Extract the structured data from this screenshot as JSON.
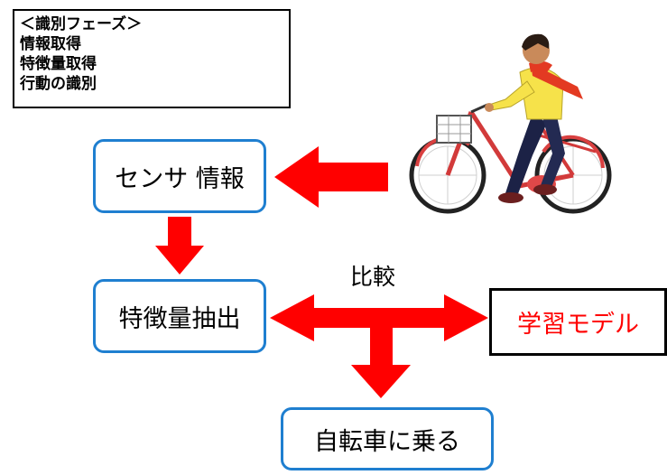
{
  "legend": {
    "lines": [
      "＜識別フェーズ＞",
      "情報取得",
      "特徴量取得",
      "行動の識別"
    ]
  },
  "nodes": {
    "sensor": "センサ 情報",
    "feature": "特徴量抽出",
    "model": "学習モデル",
    "ride": "自転車に乗る"
  },
  "edges": {
    "compare_label": "比較"
  },
  "illustration": "cyclist-icon",
  "colors": {
    "arrow": "#ff0000",
    "node_border": "#1f7fd0",
    "model_text": "#ff0000"
  }
}
